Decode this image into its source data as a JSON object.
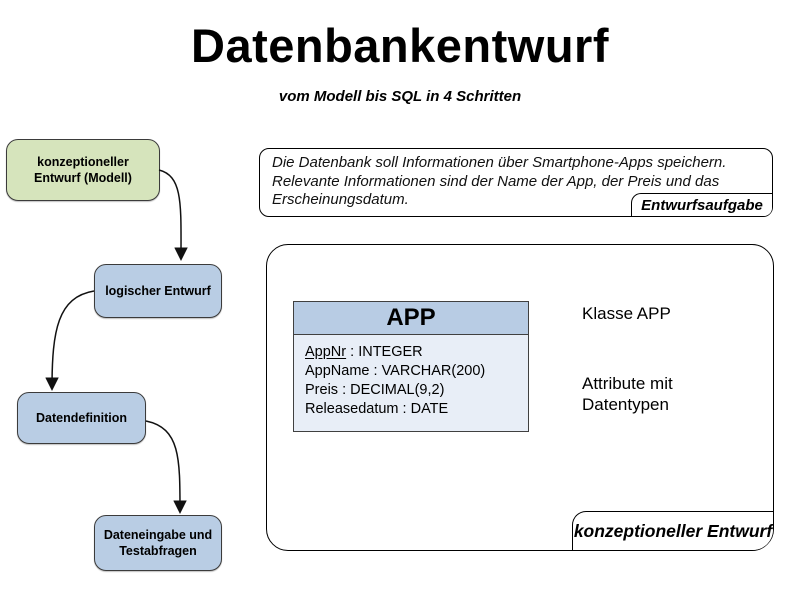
{
  "slide": {
    "title": "Datenbankentwurf",
    "subtitle": "vom Modell bis SQL in 4 Schritten"
  },
  "flowchart": {
    "steps": [
      {
        "label": "konzeptioneller Entwurf (Modell)",
        "highlighted": true
      },
      {
        "label": "logischer Entwurf",
        "highlighted": false
      },
      {
        "label": "Datendefinition",
        "highlighted": false
      },
      {
        "label": "Dateneingabe und Testabfragen",
        "highlighted": false
      }
    ]
  },
  "task_box": {
    "text": "Die Datenbank soll Informationen über Smartphone-Apps speichern. Relevante Informationen sind der Name der App, der Preis und das Erscheinungsdatum.",
    "tag": "Entwurfsaufgabe"
  },
  "design_box": {
    "tag": "konzeptioneller Entwurf",
    "class_diagram": {
      "name": "APP",
      "attributes": [
        {
          "name": "AppNr",
          "separator": " : ",
          "type": "INTEGER",
          "primary_key": true
        },
        {
          "name": "AppName",
          "separator": " : ",
          "type": "VARCHAR(200)",
          "primary_key": false
        },
        {
          "name": "Preis",
          "separator": " : ",
          "type": "DECIMAL(9,2)",
          "primary_key": false
        },
        {
          "name": "Releasedatum",
          "separator": " : ",
          "type": "DATE",
          "primary_key": false
        }
      ]
    },
    "annotations": [
      {
        "label": "Klasse APP"
      },
      {
        "label": "Attribute mit Datentypen"
      }
    ]
  },
  "colors": {
    "highlight_green": "#d6e4bc",
    "step_blue": "#b9cde4",
    "class_header_blue": "#b8cce4",
    "class_body_blue": "#e8eef7",
    "line_black": "#111111"
  }
}
